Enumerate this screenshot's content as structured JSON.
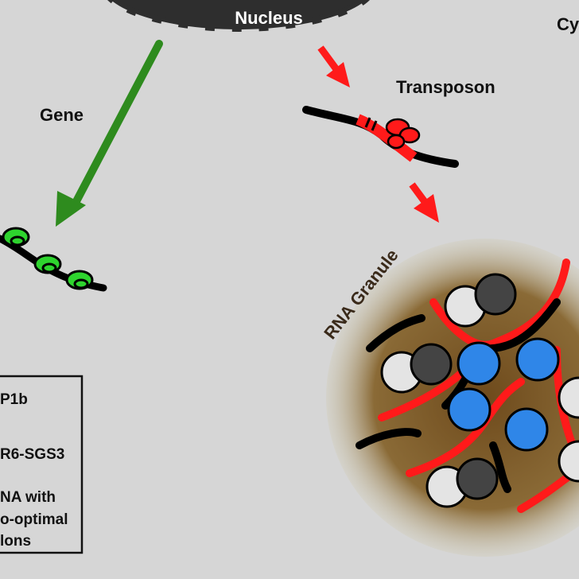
{
  "labels": {
    "nucleus": "Nucleus",
    "cytoplasm": "Cy",
    "gene": "Gene",
    "transposon": "Transposon",
    "rna_granule": "RNA Granule"
  },
  "legend": {
    "items": [
      "P1b",
      "R6-SGS3",
      "NA with",
      "o-optimal",
      "lons"
    ]
  },
  "colors": {
    "background": "#d6d6d6",
    "nucleus": "#2e2e2e",
    "gene_arrow": "#2e8b1e",
    "transposon_arrow": "#ff1a1a",
    "ribosome_green": "#2ed42e",
    "rna_red": "#ff1a1a",
    "blue_protein": "#2f86e8",
    "granule": "#7a5a2a"
  }
}
